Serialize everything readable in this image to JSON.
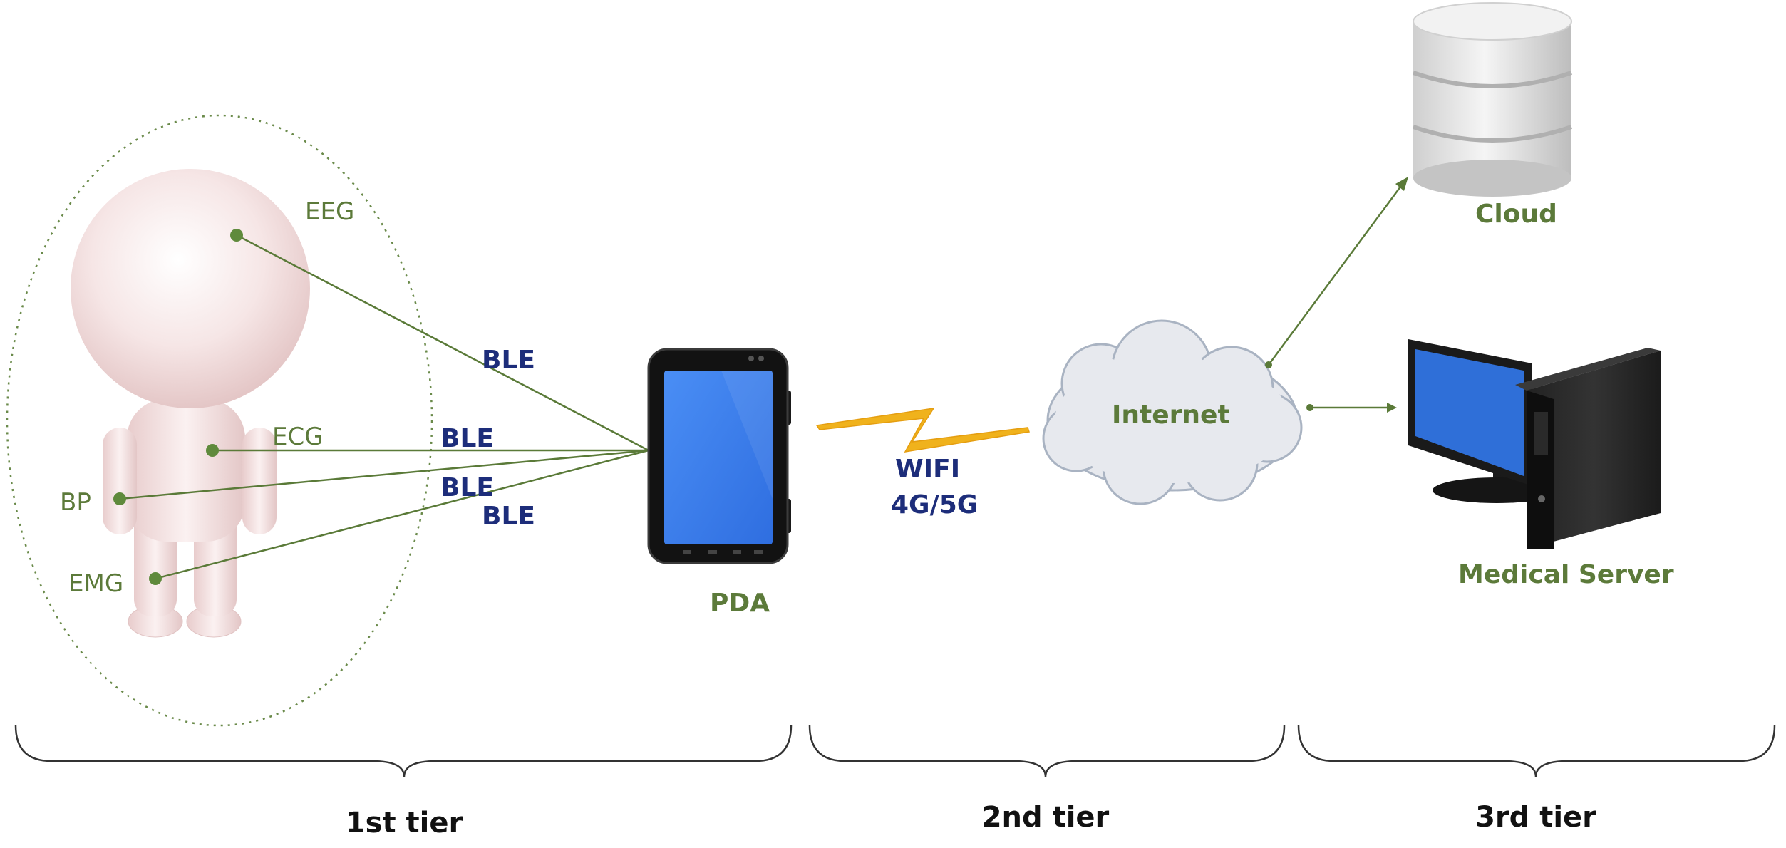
{
  "sensors": {
    "eeg": "EEG",
    "ecg": "ECG",
    "bp": "BP",
    "emg": "EMG"
  },
  "links": {
    "ble_1": "BLE",
    "ble_2": "BLE",
    "ble_3": "BLE",
    "ble_4": "BLE"
  },
  "devices": {
    "pda": "PDA",
    "internet": "Internet",
    "cloud": "Cloud",
    "medical_server": "Medical Server"
  },
  "wireless": {
    "line1": "WIFI",
    "line2": "4G/5G"
  },
  "tiers": {
    "first": "1st tier",
    "second": "2nd tier",
    "third": "3rd tier"
  },
  "colors": {
    "label_green": "#5c7a3a",
    "link_blue": "#1d2d7a",
    "screen_blue": "#3d7ef0",
    "cloud_fill": "#e7e9ee",
    "lightning": "#f0b21c"
  }
}
